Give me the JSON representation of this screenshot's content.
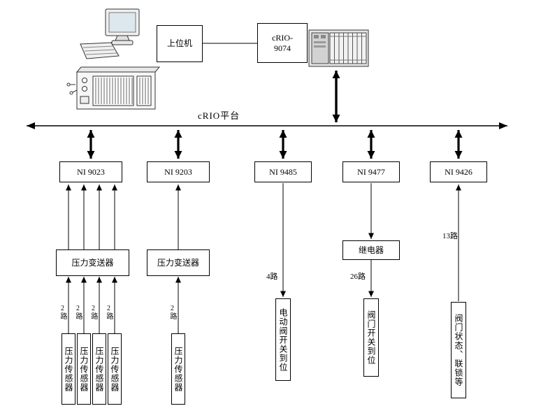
{
  "bus": {
    "label": "cRIO平台"
  },
  "host": {
    "label": "上位机"
  },
  "controller": {
    "line1": "cRIO-",
    "line2": "9074"
  },
  "branches": [
    {
      "module": "NI 9023",
      "transmitter": "压力变送器",
      "channel_labels": [
        "2路",
        "2路",
        "2路",
        "2路"
      ],
      "sensors": [
        "压力传感器",
        "压力传感器",
        "压力传感器",
        "压力传感器"
      ]
    },
    {
      "module": "NI 9203",
      "transmitter": "压力变送器",
      "channel_labels": [
        "2路"
      ],
      "sensors": [
        "压力传感器"
      ]
    },
    {
      "module": "NI 9485",
      "channel_label": "4路",
      "device": "电动阀开关到位"
    },
    {
      "module": "NI 9477",
      "relay": "继电器",
      "channel_label": "26路",
      "device": "阀门开关到位"
    },
    {
      "module": "NI 9426",
      "channel_label": "13路",
      "device": "阀门状态、联锁等"
    }
  ]
}
